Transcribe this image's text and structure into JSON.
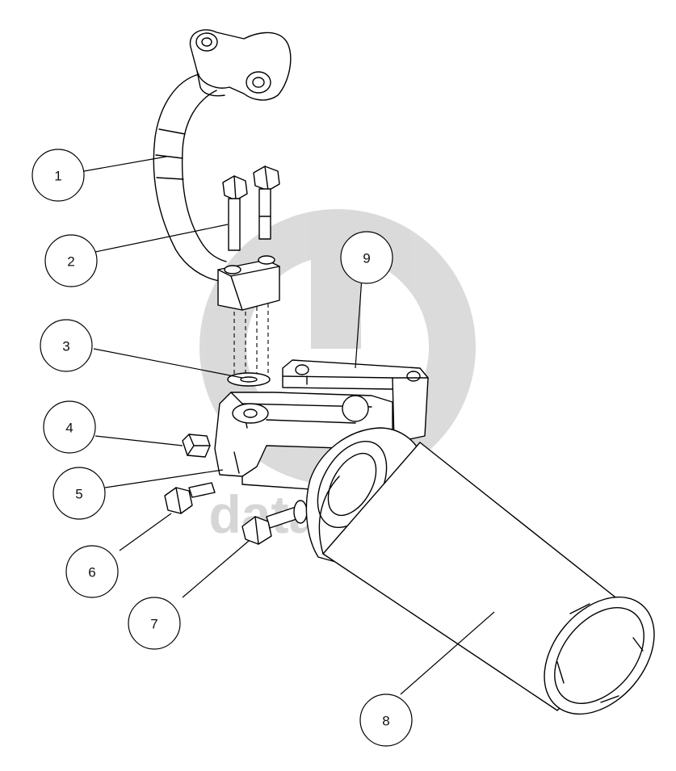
{
  "watermark": {
    "text": "data-parts",
    "color": "#d6d6d6"
  },
  "callouts": [
    {
      "id": "1",
      "label": "1",
      "part": "pipe-with-flange"
    },
    {
      "id": "2",
      "label": "2",
      "part": "bolt-pair"
    },
    {
      "id": "3",
      "label": "3",
      "part": "washer"
    },
    {
      "id": "4",
      "label": "4",
      "part": "plug"
    },
    {
      "id": "5",
      "label": "5",
      "part": "filter-head"
    },
    {
      "id": "6",
      "label": "6",
      "part": "bolt-short"
    },
    {
      "id": "7",
      "label": "7",
      "part": "bolt-long"
    },
    {
      "id": "8",
      "label": "8",
      "part": "filter-cartridge"
    },
    {
      "id": "9",
      "label": "9",
      "part": "mounting-bracket"
    }
  ],
  "colors": {
    "line": "#000000",
    "background": "#ffffff"
  }
}
